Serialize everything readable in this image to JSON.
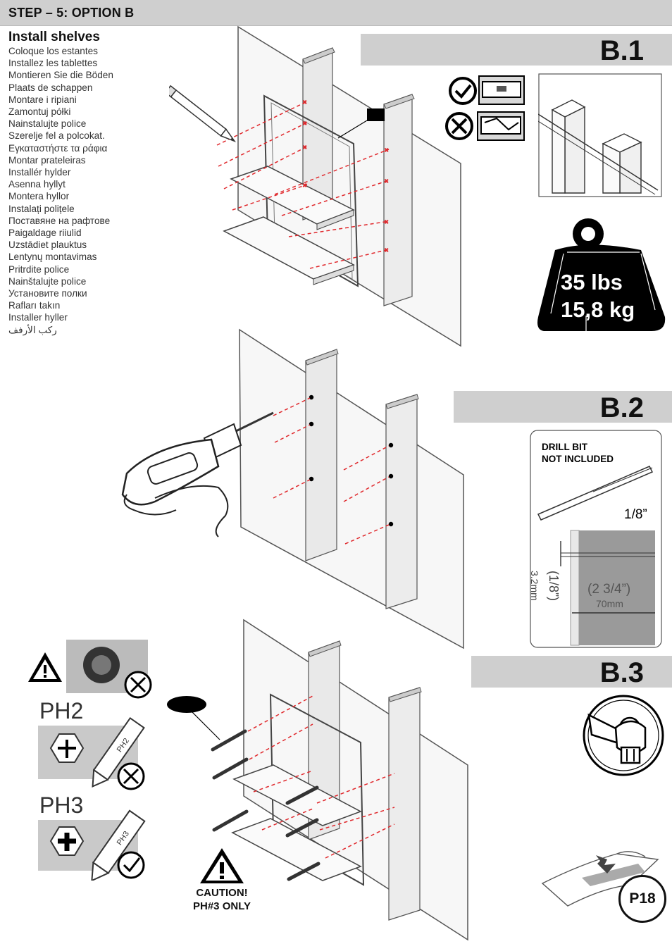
{
  "header": {
    "step_title": "STEP – 5: OPTION B"
  },
  "instructions": {
    "title": "Install shelves",
    "translations": [
      "Coloque los estantes",
      "Installez les tablettes",
      "Montieren Sie die Böden",
      "Plaats de schappen",
      "Montare i ripiani",
      "Zamontuj półki",
      "Nainstalujte police",
      "Szerelje fel a polcokat.",
      "Εγκαταστήστε τα ράφια",
      "Montar prateleiras",
      "Installér hylder",
      "Asenna hyllyt",
      "Montera hyllor",
      "Instalați polițele",
      "Поставяне на рафтове",
      "Paigaldage riiulid",
      "Uzstādiet plauktus",
      "Lentynų montavimas",
      "Pritrdite police",
      "Nainštalujte police",
      "Установите полки",
      "Rafları takın",
      "Installer hyller",
      "ركب الأرفف"
    ]
  },
  "sections": {
    "b1": {
      "label": "B.1"
    },
    "b2": {
      "label": "B.2"
    },
    "b3": {
      "label": "B.3"
    }
  },
  "weight": {
    "lbs": "35 lbs",
    "kg": "15,8 kg"
  },
  "drill": {
    "note_line1": "DRILL BIT",
    "note_line2": "NOT INCLUDED",
    "bit_size": "1/8”",
    "hole_inch": "(1/8”)",
    "hole_mm": "3.2mm",
    "depth_inch": "(2 3/4”)",
    "depth_mm": "70mm"
  },
  "screwdriver": {
    "ph2_label": "PH2",
    "ph3_label": "PH3",
    "ph2_tip": "PH2",
    "ph3_tip": "PH3"
  },
  "caution": {
    "line1": "CAUTION!",
    "line2": "PH#3 ONLY"
  },
  "footer": {
    "page_number": "P18"
  },
  "colors": {
    "bar_gray": "#cfcfcf",
    "drill_red": "#e0282c",
    "board_edge": "#555555"
  }
}
